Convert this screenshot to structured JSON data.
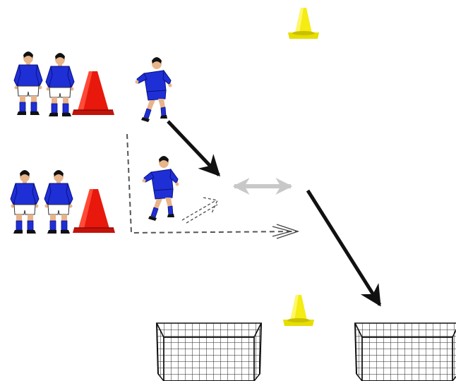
{
  "diagram": {
    "type": "soccer-drill",
    "colors": {
      "jersey": "#1f2fd6",
      "jersey_dark": "#0a1180",
      "shorts": "#ffffff",
      "skin": "#e8b48a",
      "hair": "#111111",
      "cone_red": "#e8180c",
      "cone_red_dark": "#8a0c06",
      "cone_yellow": "#f4ec12",
      "cone_yellow_dark": "#a89c00",
      "net": "#222222",
      "run_arrow": "#111111",
      "pass_arrow": "#c8c8c8",
      "dash_line": "#555555"
    },
    "groups": [
      {
        "name": "top-group",
        "players_in_line": 2,
        "cone": "red",
        "active_player": true
      },
      {
        "name": "bottom-group",
        "players_in_line": 2,
        "cone": "red",
        "active_player": true
      }
    ],
    "yellow_cones": 2,
    "goals": 2,
    "arrows": [
      {
        "kind": "run",
        "style": "solid"
      },
      {
        "kind": "pass",
        "style": "double-headed"
      },
      {
        "kind": "run",
        "style": "solid"
      },
      {
        "kind": "ball-path",
        "style": "dashed"
      },
      {
        "kind": "shot",
        "style": "dashed"
      }
    ]
  }
}
